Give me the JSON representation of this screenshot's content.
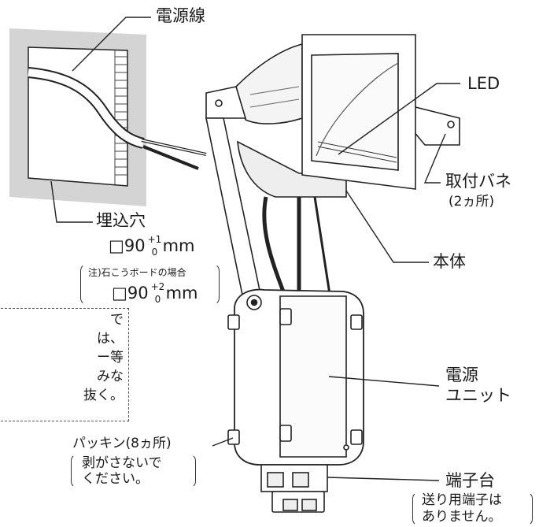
{
  "labels": {
    "power_line": "電源線",
    "led": "LED",
    "mount_spring": "取付バネ",
    "mount_spring_count": "(2ヵ所)",
    "cutout": "埋込穴",
    "cutout_size_prefix": "□90",
    "cutout_tol_upper": "+1",
    "cutout_tol_lower": "0",
    "unit_mm": "mm",
    "note_gypsum": "注)石こうボードの場合",
    "gypsum_tol_upper": "+2",
    "body": "本体",
    "power_unit_line1": "電源",
    "power_unit_line2": "ユニット",
    "packing": "パッキン(8ヵ所)",
    "packing_note_line1": "剥がさないで",
    "packing_note_line2": "ください。",
    "terminal": "端子台",
    "terminal_note_line1": "送り用端子は",
    "terminal_note_line2": "ありません。"
  },
  "note_box": {
    "lines": [
      "で",
      "は、",
      "ー等",
      "みな",
      "抜く。"
    ]
  }
}
